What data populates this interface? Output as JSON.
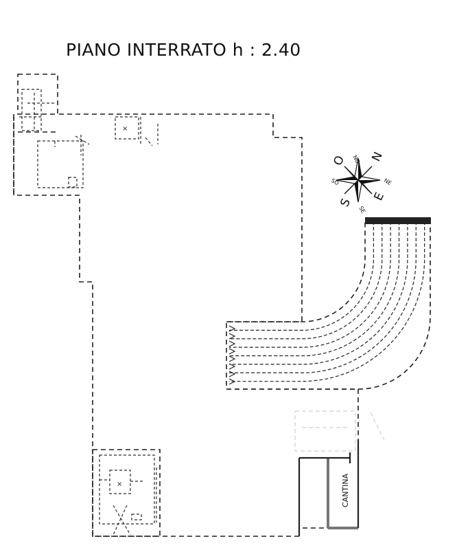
{
  "title": "PIANO INTERRATO h : 2.40",
  "rooms": {
    "cantina": "CANTINA"
  },
  "compass": {
    "N": "N",
    "S": "S",
    "E": "E",
    "O": "O",
    "NO": "NO",
    "NE": "NE",
    "SO": "SO",
    "SE": "SE"
  }
}
